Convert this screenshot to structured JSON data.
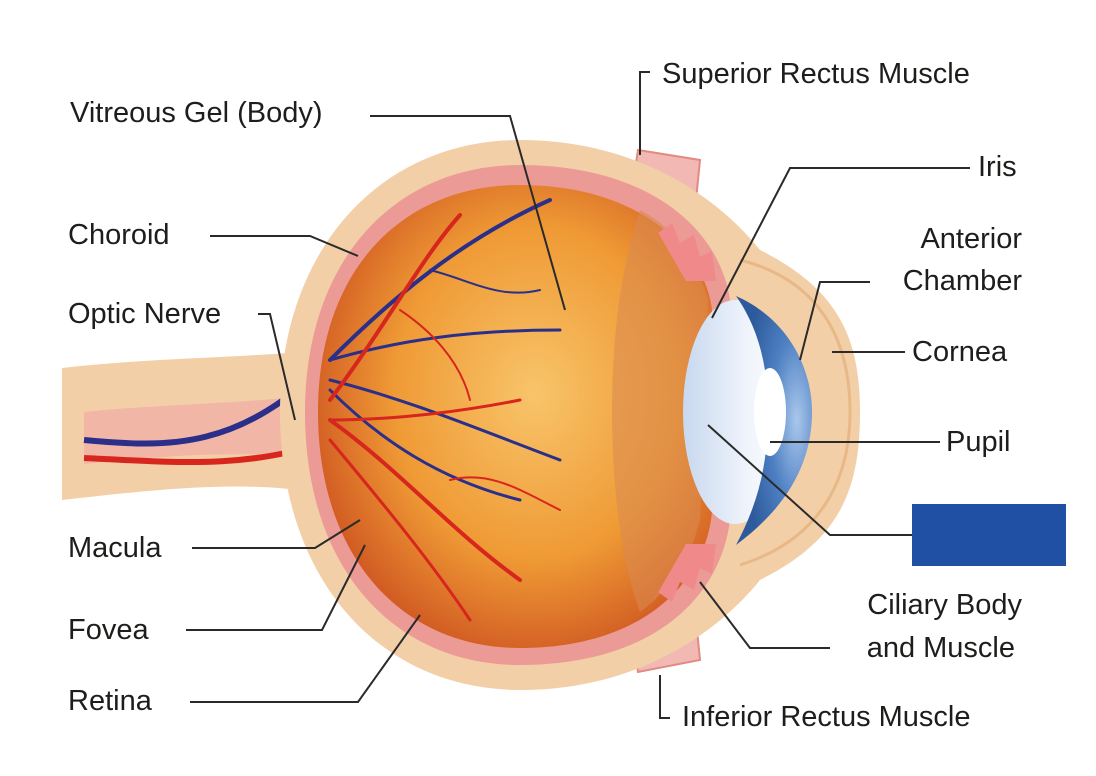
{
  "labels": {
    "superior_rectus": "Superior Rectus Muscle",
    "vitreous": "Vitreous Gel (Body)",
    "iris": "Iris",
    "choroid": "Choroid",
    "anterior_chamber_line1": "Anterior",
    "anterior_chamber_line2": "Chamber",
    "optic_nerve": "Optic Nerve",
    "cornea": "Cornea",
    "pupil": "Pupil",
    "macula": "Macula",
    "ciliary_line1": "Ciliary Body",
    "ciliary_line2": "and Muscle",
    "fovea": "Fovea",
    "retina": "Retina",
    "inferior_rectus": "Inferior Rectus Muscle"
  },
  "colors": {
    "label_text": "#1d1d1b",
    "leader_line": "#2a2a2a",
    "sclera": "#f3cfa8",
    "choroid": "#e88f8b",
    "eyeball_inner": "#f5b24b",
    "eyeball_outer": "#c8471d",
    "vein": "#2b2f8a",
    "artery": "#d7261d",
    "lens": "#d9e4f5",
    "iris": "#3f6fb3",
    "redaction_box": "#2050a3"
  },
  "redacted_label_box": {
    "color": "#2050a3"
  }
}
